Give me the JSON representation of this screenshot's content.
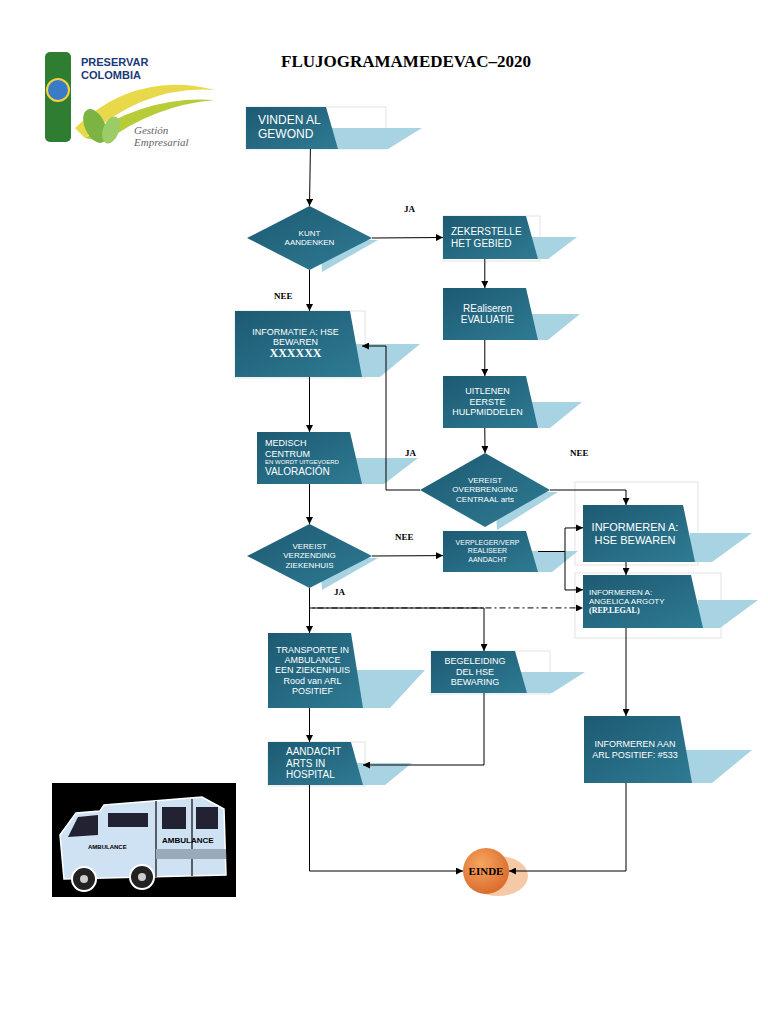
{
  "diagram": {
    "title": "FLUJOGRAMAMEDEVAC–2020",
    "nodes": [
      {
        "text": [
          "VINDEN AL GEWOND"
        ]
      },
      {
        "text": [
          "KUNT AANDENKEN"
        ]
      },
      {
        "text": [
          "ZEKERSTELLE HET GEBIED"
        ]
      },
      {
        "text": [
          "REaliseren EVALUATIE"
        ]
      },
      {
        "text": [
          "INFORMATIE A: HSE BEWAREN",
          "XXXXXX"
        ]
      },
      {
        "text": [
          "UITLENEN EERSTE HULPMIDDELEN"
        ]
      },
      {
        "text": [
          "MEDISCH CENTRUM",
          "EN WORDT UITGEVOERD",
          "VALORACIÓN"
        ]
      },
      {
        "text": [
          "VEREIST OVERBRENGING CENTRAAL arts"
        ]
      },
      {
        "text": [
          "INFORMEREN A: HSE BEWAREN"
        ]
      },
      {
        "text": [
          "VEREIST VERZENDING ZIEKENHUIS"
        ]
      },
      {
        "text": [
          "VERPLEGER/VERP REALISEER AANDACHT"
        ]
      },
      {
        "text": [
          "INFORMEREN A: ANGELICA ARGOTY",
          "(REP.LEGAL)"
        ]
      },
      {
        "text": [
          "TRANSPORTE IN AMBULANCE EEN ZIEKENHUIS Rood van ARL POSITIEF"
        ]
      },
      {
        "text": [
          "BEGELEIDING DEL HSE BEWARING"
        ]
      },
      {
        "text": [
          "INFORMEREN AAN ARL POSITIEF: #533"
        ]
      },
      {
        "text": [
          "AANDACHT ARTS IN HOSPITAL"
        ]
      },
      {
        "text": [
          "EINDE"
        ]
      }
    ],
    "edges": [
      {
        "from": 0,
        "to": 1,
        "arrow": "to"
      },
      {
        "from": 1,
        "to": 2,
        "label": "JA",
        "arrow": "to"
      },
      {
        "from": 1,
        "to": 4,
        "label": "NEE",
        "arrow": "to"
      },
      {
        "from": 2,
        "to": 3,
        "arrow": "to"
      },
      {
        "from": 3,
        "to": 5,
        "arrow": "to"
      },
      {
        "from": 5,
        "to": 7,
        "arrow": "to"
      },
      {
        "from": 7,
        "to": 4,
        "label": "JA",
        "arrow": "to"
      },
      {
        "from": 7,
        "to": 8,
        "label": "NEE",
        "arrow": "to"
      },
      {
        "from": 4,
        "to": 6,
        "arrow": "to"
      },
      {
        "from": 6,
        "to": 9,
        "arrow": "to"
      },
      {
        "from": 9,
        "to": 10,
        "label": "NEE",
        "arrow": "to"
      },
      {
        "from": 10,
        "to": 8,
        "arrow": "to"
      },
      {
        "from": 10,
        "to": 11,
        "arrow": "to"
      },
      {
        "from": 8,
        "to": 11,
        "arrow": "to"
      },
      {
        "from": 9,
        "to": 12,
        "label": "JA",
        "arrow": "to"
      },
      {
        "from": 9,
        "to": 13,
        "arrow": "to"
      },
      {
        "from": 9,
        "to": 11,
        "arrow": "to"
      },
      {
        "from": 11,
        "to": 14,
        "arrow": "to"
      },
      {
        "from": 12,
        "to": 15,
        "arrow": "to"
      },
      {
        "from": 13,
        "to": 15,
        "arrow": "to"
      },
      {
        "from": 15,
        "to": 16,
        "arrow": "to"
      },
      {
        "from": 14,
        "to": 16,
        "arrow": "to"
      }
    ],
    "labels": [
      "PRESERVAR COLOMBIA",
      "Gestión Empresarial",
      "AMBULANCE",
      "AMBULANCE"
    ]
  }
}
